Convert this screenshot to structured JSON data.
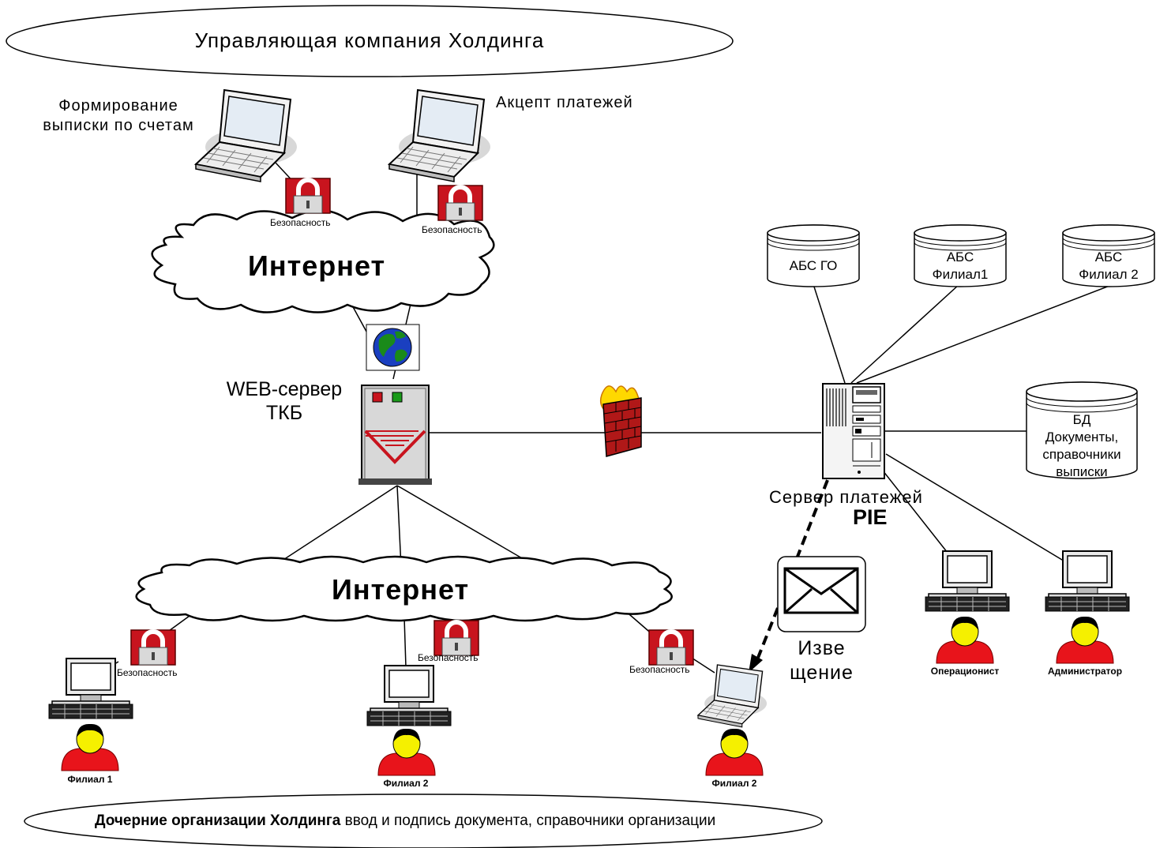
{
  "holding": {
    "top_title": "Управляющая компания Холдинга",
    "bottom_bold": "Дочерние организации Холдинга",
    "bottom_rest": " ввод и подпись документа, справочники организации"
  },
  "top_laptops": {
    "left_label_line1": "Формирование",
    "left_label_line2": "выписки по счетам",
    "right_label": "Акцепт платежей"
  },
  "security_label": "Безопасность",
  "internet_top": "Интернет",
  "internet_bottom": "Интернет",
  "web_server": {
    "line1": "WEB-сервер",
    "line2": "ТКБ"
  },
  "payment_server": {
    "line1": "Сервер платежей",
    "line2": "PIE"
  },
  "databases": {
    "abs_go": "АБС ГО",
    "abs_f1_line1": "АБС",
    "abs_f1_line2": "Филиал1",
    "abs_f2_line1": "АБС",
    "abs_f2_line2": "Филиал 2",
    "bd_line1": "БД",
    "bd_line2": "Документы,",
    "bd_line3": "справочники",
    "bd_line4": "выписки"
  },
  "notice": {
    "line1": "Изве",
    "line2": "щение"
  },
  "people": {
    "operator": "Операционист",
    "admin": "Администратор",
    "branch1": "Филиал  1",
    "branch2a": "Филиал 2",
    "branch2b": "Филиал 2"
  },
  "colors": {
    "person_red": "#e8141b",
    "face_yellow": "#f5f000",
    "lock_red": "#c8141e",
    "globe_blue": "#1a3fc0",
    "globe_green": "#1a8a1a",
    "firewall_red": "#b01818",
    "flame_yellow": "#ffd800"
  }
}
